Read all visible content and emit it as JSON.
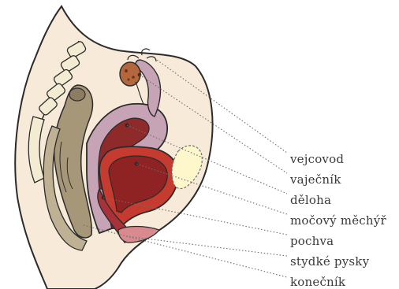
{
  "diagram": {
    "labels": {
      "fallopian_tube": "vejcovod",
      "ovary": "vaječník",
      "uterus": "děloha",
      "bladder": "močový měchýř",
      "vagina": "pochva",
      "labia": "stydké pysky",
      "rectum": "konečník"
    },
    "colors": {
      "outline": "#2b2b2b",
      "skin": "#f7ead9",
      "uterus_wall": "#c7a3b6",
      "uterus_inner": "#8e2a2a",
      "bladder": "#c63b2f",
      "bladder_inner": "#8f2223",
      "ovary": "#b4673c",
      "spine": "#f3ecd2",
      "intestine": "#a79779",
      "leader_line": "#6d6d6d"
    }
  }
}
